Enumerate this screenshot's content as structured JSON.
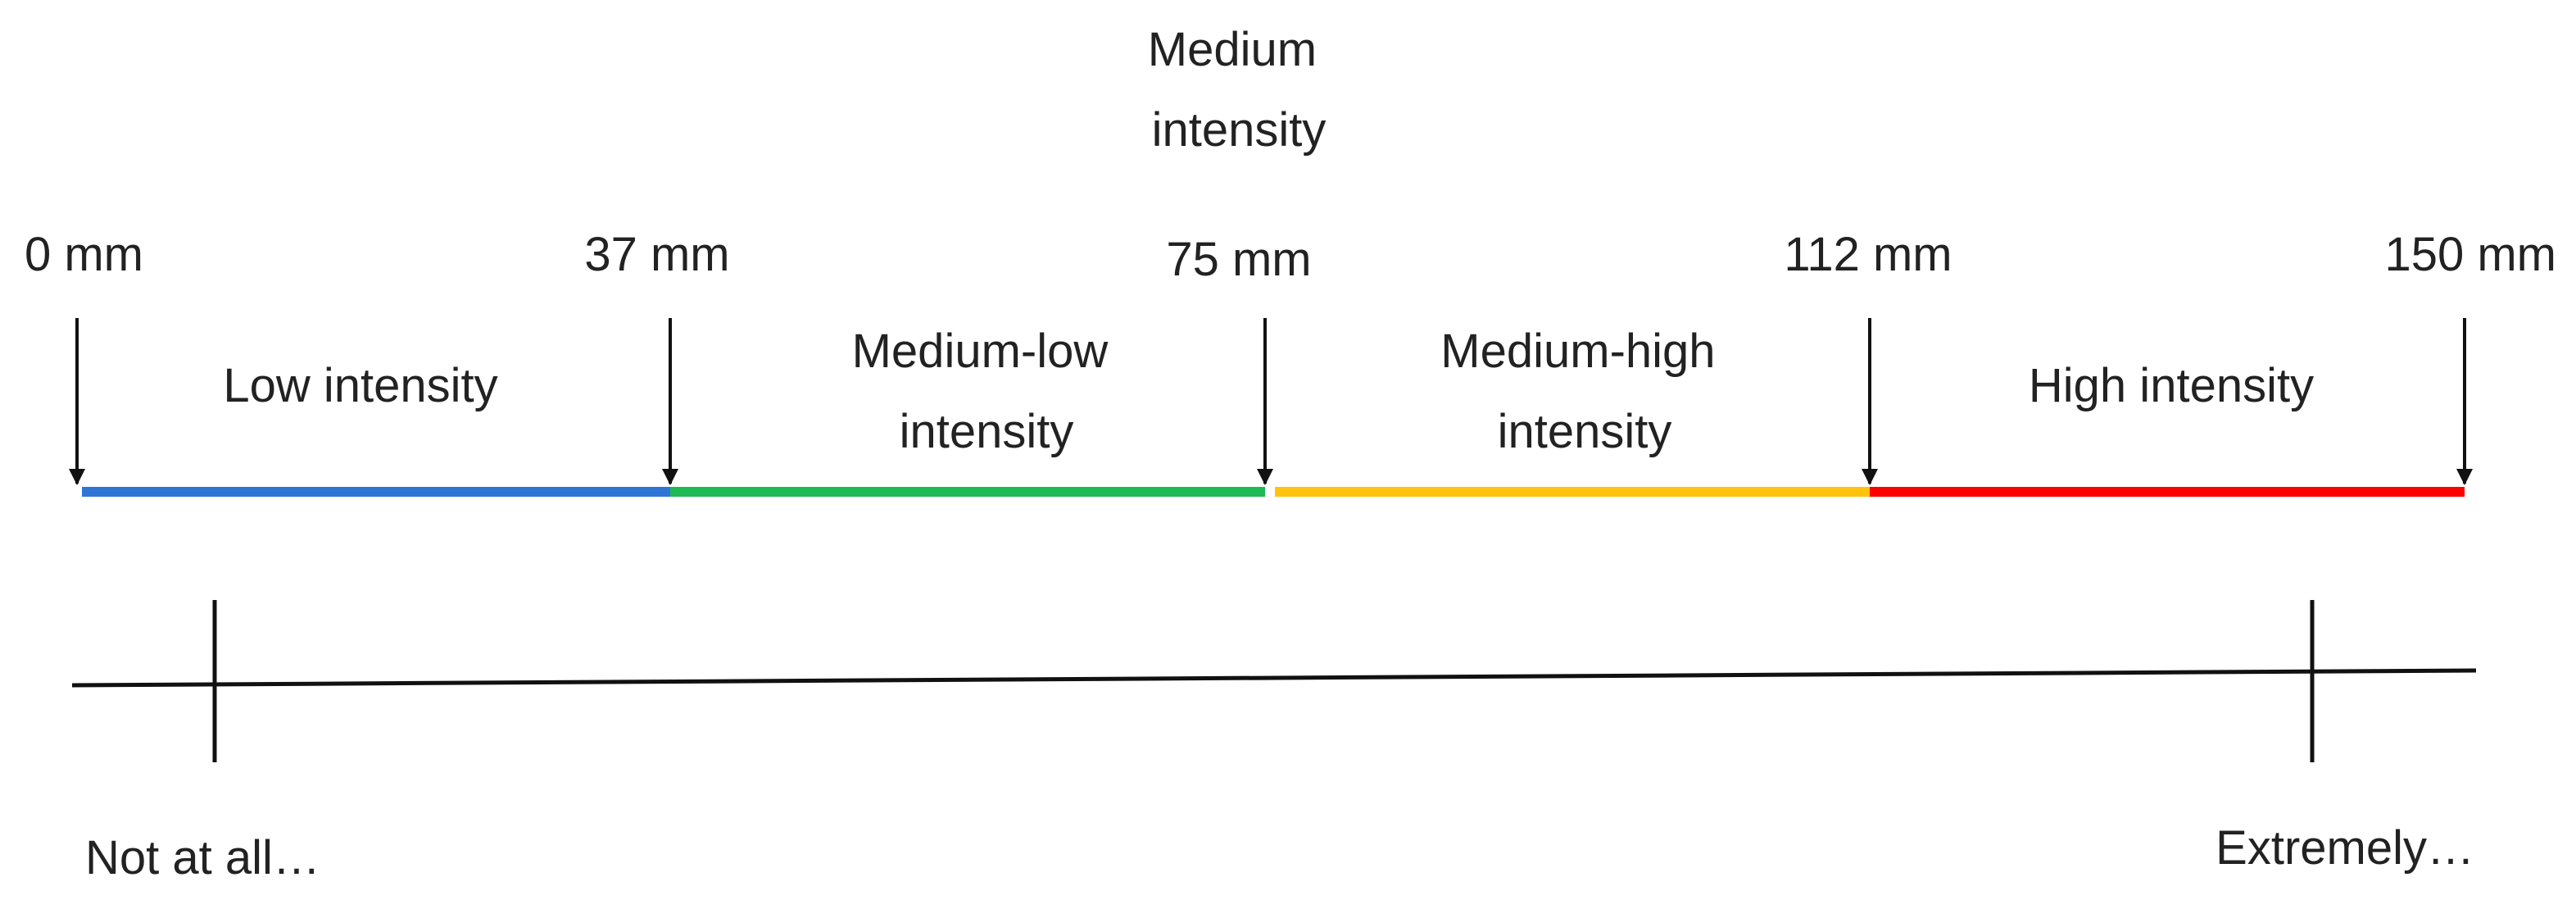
{
  "scale": {
    "markers": [
      {
        "id": "m0",
        "label": "0 mm",
        "value_mm": 0
      },
      {
        "id": "m37",
        "label": "37 mm",
        "value_mm": 37
      },
      {
        "id": "m75",
        "label": "75 mm",
        "value_mm": 75
      },
      {
        "id": "m112",
        "label": "112 mm",
        "value_mm": 112
      },
      {
        "id": "m150",
        "label": "150 mm",
        "value_mm": 150
      }
    ],
    "zones": [
      {
        "id": "low",
        "lines": [
          "Low intensity"
        ],
        "from_mm": 0,
        "to_mm": 37,
        "color": "#2E75D6"
      },
      {
        "id": "medium-low",
        "lines": [
          "Medium-low",
          "intensity"
        ],
        "from_mm": 37,
        "to_mm": 75,
        "color": "#1DB954"
      },
      {
        "id": "medium-high",
        "lines": [
          "Medium-high",
          "intensity"
        ],
        "from_mm": 75,
        "to_mm": 112,
        "color": "#FFC20E"
      },
      {
        "id": "high",
        "lines": [
          "High intensity"
        ],
        "from_mm": 112,
        "to_mm": 150,
        "color": "#FF0000"
      }
    ],
    "midpoint": {
      "lines": [
        "Medium",
        "intensity"
      ]
    }
  },
  "vas": {
    "left_anchor": "Not at all…",
    "right_anchor": "Extremely…"
  }
}
